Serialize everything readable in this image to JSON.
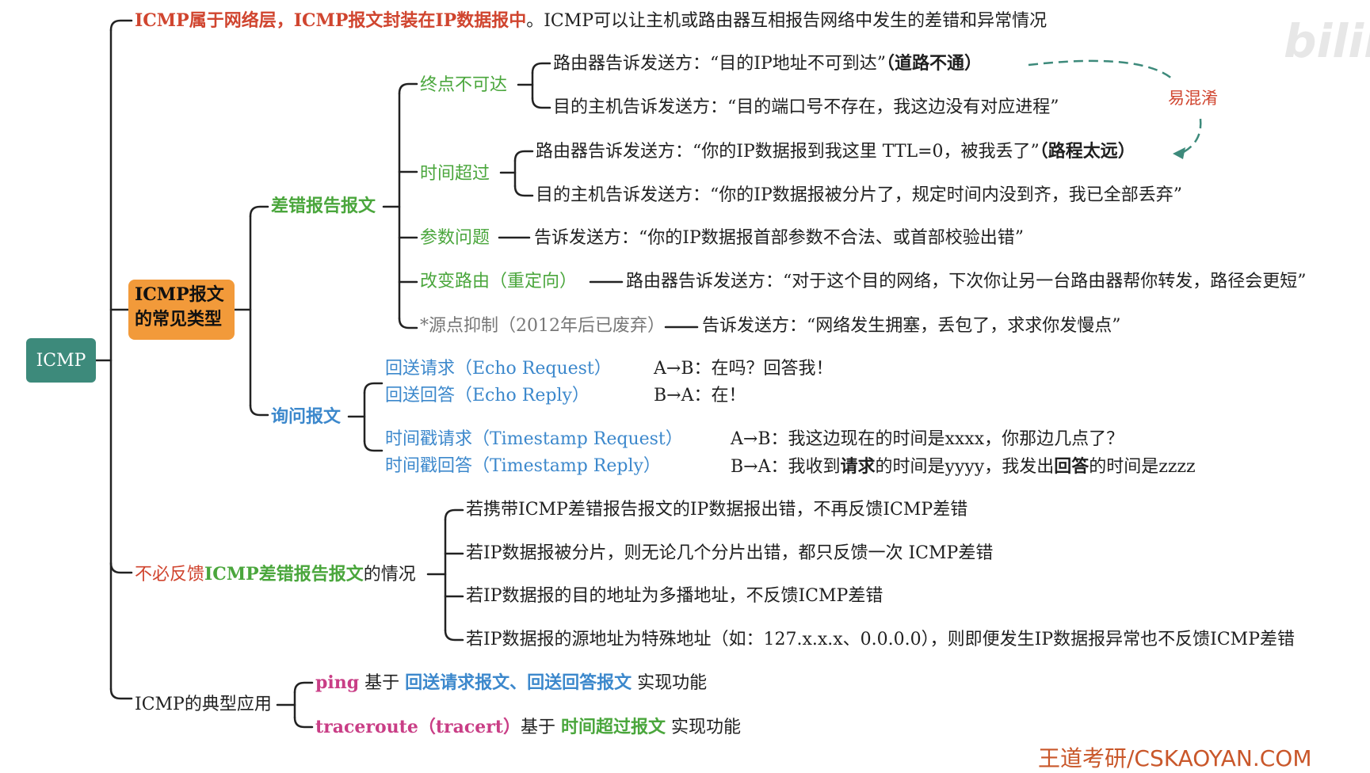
{
  "root": {
    "label": "ICMP"
  },
  "top_note": {
    "red_part": "ICMP属于网络层，ICMP报文封装在IP数据报中",
    "rest": "。ICMP可以让主机或路由器互相报告网络中发生的差错和异常情况"
  },
  "types_node": {
    "line1": "ICMP报文",
    "line2": "的常见类型"
  },
  "error_reports": {
    "label": "差错报告报文",
    "unreachable": {
      "label": "终点不可达",
      "router": "路由器告诉发送方：“目的IP地址不可到达”",
      "router_tag": "（道路不通）",
      "host": "目的主机告诉发送方：“目的端口号不存在，我这边没有对应进程”"
    },
    "time_exceeded": {
      "label": "时间超过",
      "router": "路由器告诉发送方：“你的IP数据报到我这里 TTL=0，被我丢了”",
      "router_tag": "（路程太远）",
      "host": "目的主机告诉发送方：“你的IP数据报被分片了，规定时间内没到齐，我已全部丢弃”"
    },
    "confusing_note": "易混淆",
    "param_problem": {
      "label": "参数问题",
      "desc": "告诉发送方：“你的IP数据报首部参数不合法、或首部校验出错”"
    },
    "redirect": {
      "label": "改变路由（重定向）",
      "desc": "路由器告诉发送方：“对于这个目的网络，下次你让另一台路由器帮你转发，路径会更短”"
    },
    "source_quench": {
      "label": "*源点抑制（2012年后已废弃）",
      "desc": "告诉发送方：“网络发生拥塞，丢包了，求求你发慢点”"
    }
  },
  "queries": {
    "label": "询问报文",
    "echo_request": {
      "label": "回送请求（Echo Request）",
      "desc": "A→B：在吗？回答我！"
    },
    "echo_reply": {
      "label": "回送回答（Echo Reply）",
      "desc": "B→A：在！"
    },
    "ts_request": {
      "label": "时间戳请求（Timestamp Request）",
      "desc": "A→B：我这边现在的时间是xxxx，你那边几点了？"
    },
    "ts_reply": {
      "label": "时间戳回答（Timestamp Reply）",
      "desc_a": "B→A：我收到",
      "desc_b": "请求",
      "desc_c": "的时间是yyyy，我发出",
      "desc_d": "回答",
      "desc_e": "的时间是zzzz"
    }
  },
  "no_feedback": {
    "label_a": "不必反馈",
    "label_b": "ICMP差错报告报文",
    "label_c": "的情况",
    "items": [
      "若携带ICMP差错报告报文的IP数据报出错，不再反馈ICMP差错",
      "若IP数据报被分片，则无论几个分片出错，都只反馈一次 ICMP差错",
      "若IP数据报的目的地址为多播地址，不反馈ICMP差错",
      "若IP数据报的源地址为特殊地址（如：127.x.x.x、0.0.0.0），则即便发生IP数据报异常也不反馈ICMP差错"
    ]
  },
  "applications": {
    "label": "ICMP的典型应用",
    "ping": {
      "name": "ping",
      "a": " 基于 ",
      "b": "回送请求报文、回送回答报文",
      "c": " 实现功能"
    },
    "traceroute": {
      "name": "traceroute（tracert）",
      "a": "基于 ",
      "b": "时间超过报文",
      "c": " 实现功能"
    }
  },
  "watermark": "bilibili",
  "footer": "王道考研/CSKAOYAN.COM",
  "colors": {
    "root": "#3d8a7b",
    "types": "#f29a3a",
    "red": "#d0452f",
    "green": "#4aa63c",
    "blue": "#3c88cc",
    "pink": "#c93e86",
    "arrow": "#3d8a7b"
  }
}
